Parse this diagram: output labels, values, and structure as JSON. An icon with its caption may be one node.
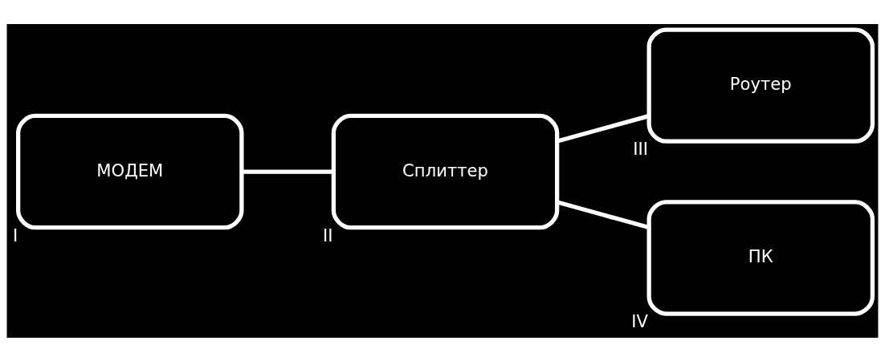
{
  "diagram": {
    "nodes": [
      {
        "text": [
          "МОДЕМ"
        ],
        "beside": [
          "I"
        ]
      },
      {
        "text": [
          "Сплиттер"
        ],
        "beside": [
          "II"
        ]
      },
      {
        "text": [
          "Роутер"
        ],
        "beside": [
          "III"
        ]
      },
      {
        "text": [
          "ПК"
        ],
        "beside": [
          "IV"
        ]
      }
    ],
    "edges": [
      {
        "from": 0,
        "to": 1,
        "arrow": "none"
      },
      {
        "from": 1,
        "to": 2,
        "arrow": "none"
      },
      {
        "from": 1,
        "to": 3,
        "arrow": "none"
      }
    ]
  }
}
